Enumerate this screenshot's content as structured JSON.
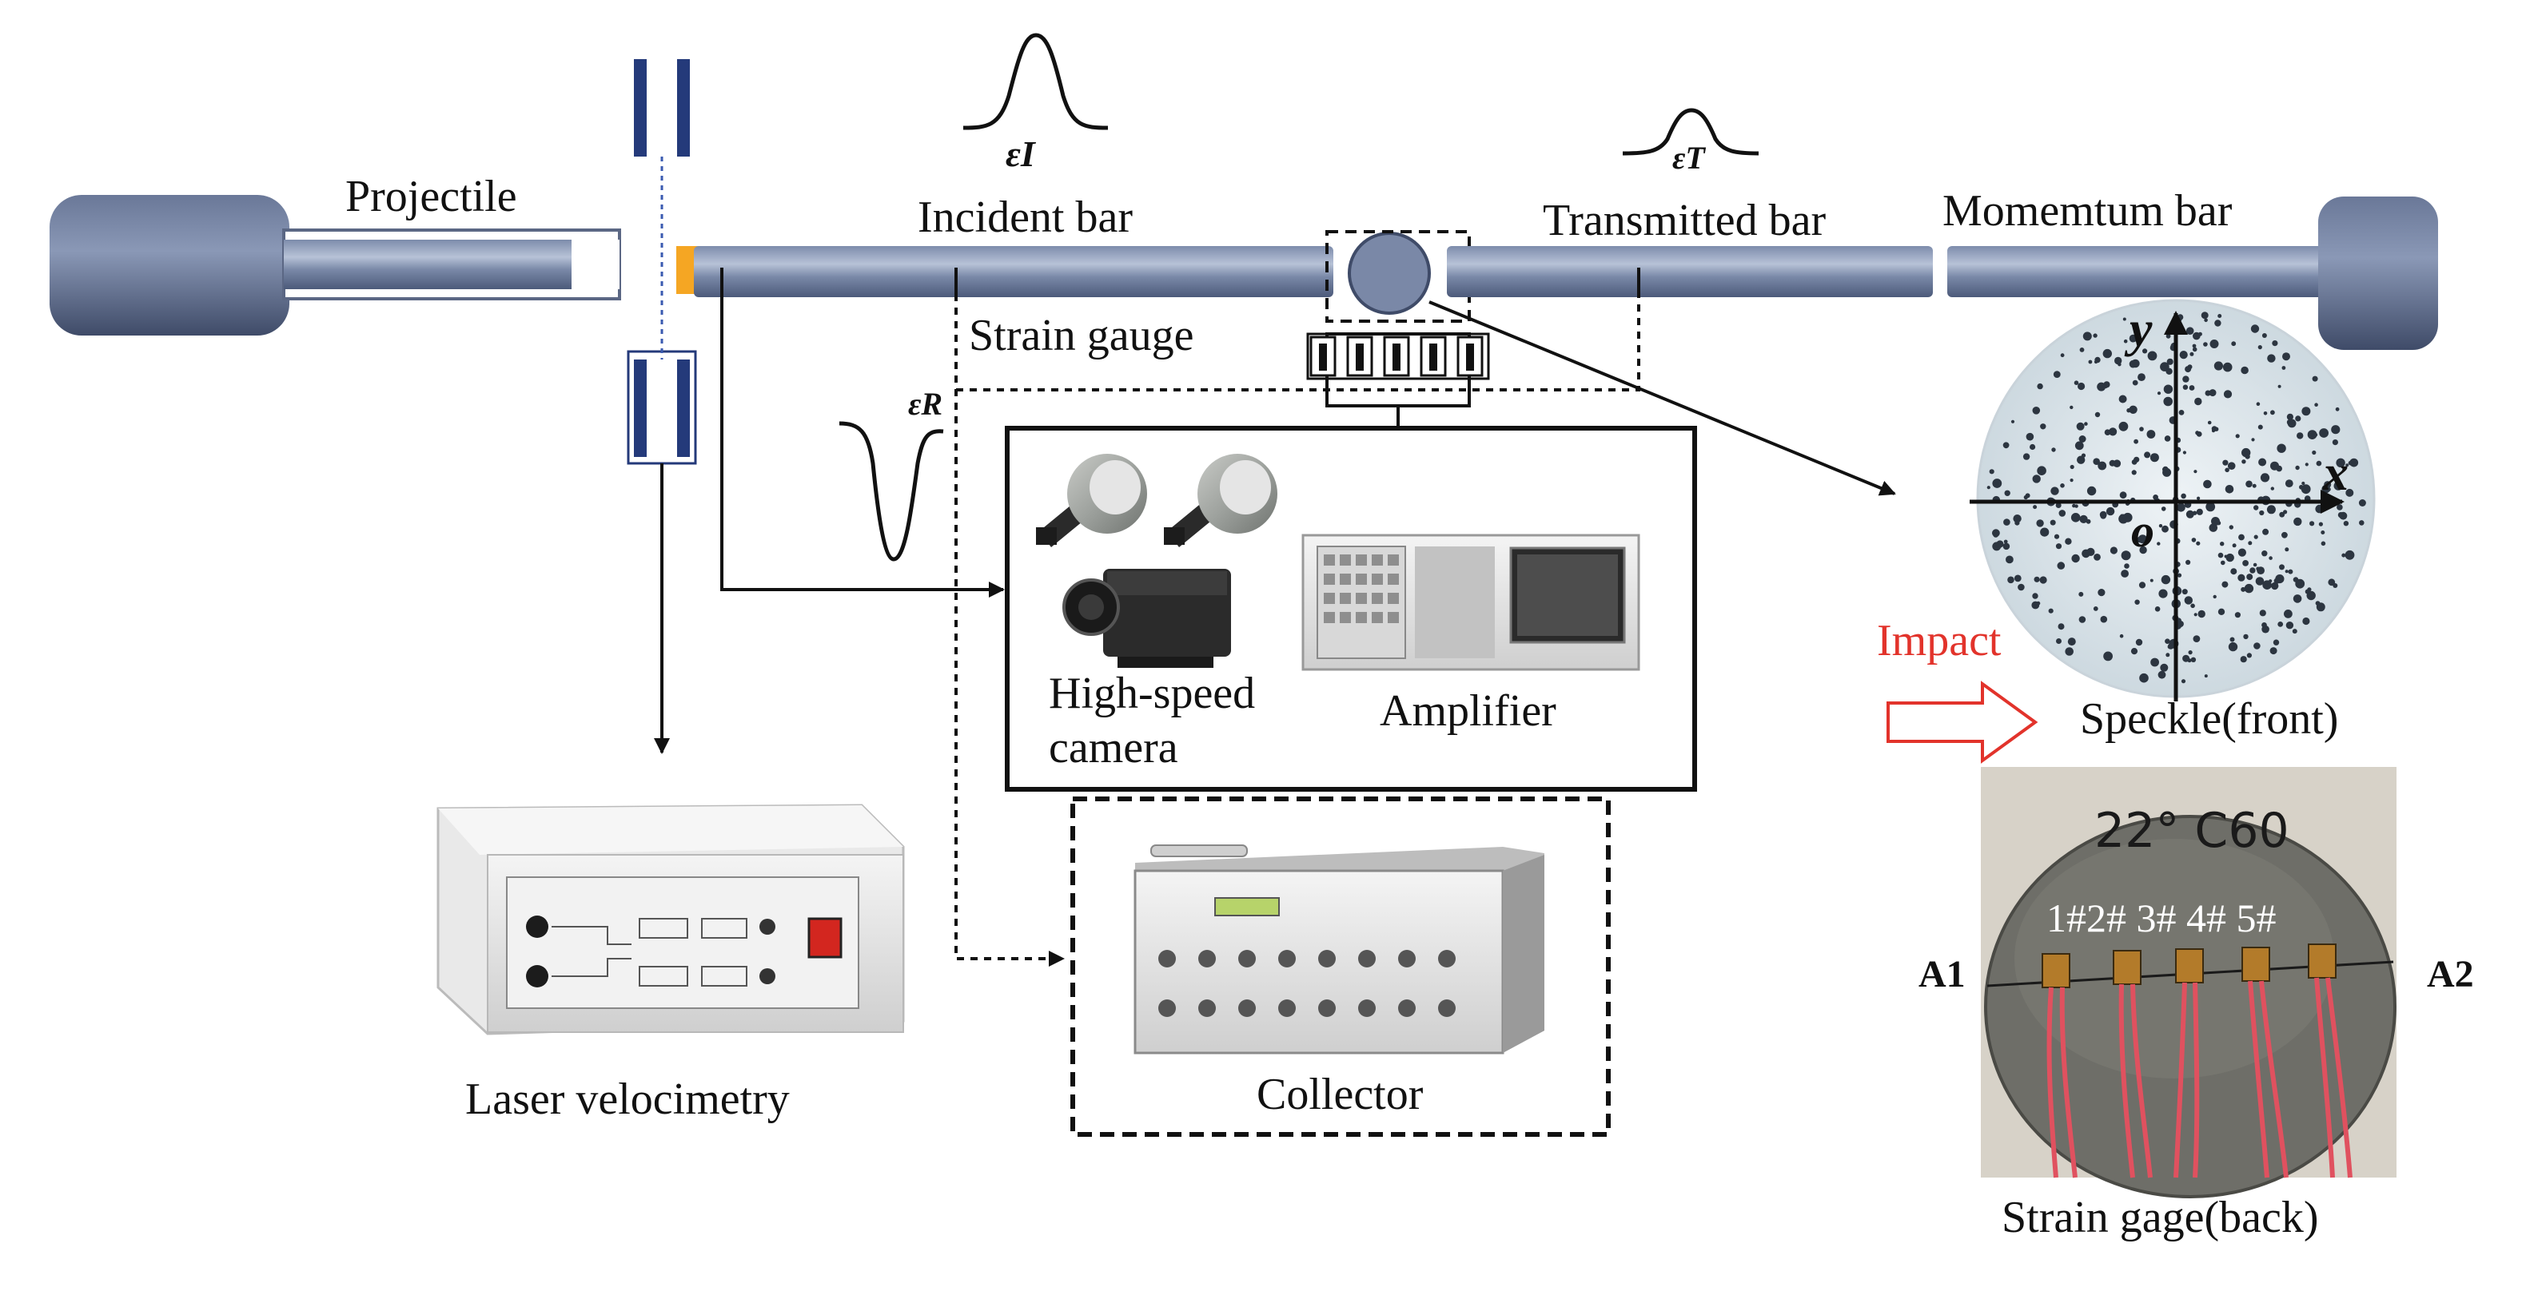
{
  "labels": {
    "projectile": "Projectile",
    "incident_bar": "Incident bar",
    "transmitted_bar": "Transmitted bar",
    "momentum_bar": "Momemtum bar",
    "strain_gauge": "Strain gauge",
    "high_speed_camera_line1": "High-speed",
    "high_speed_camera_line2": "camera",
    "amplifier": "Amplifier",
    "collector": "Collector",
    "laser_velocimetry": "Laser velocimetry",
    "impact": "Impact",
    "speckle_front": "Speckle(front)",
    "strain_gage_back": "Strain gage(back)",
    "a1": "A1",
    "a2": "A2",
    "eps_incident": "εI",
    "eps_reflected": "εR",
    "eps_transmitted": "εT",
    "axis_x": "x",
    "axis_y": "y",
    "axis_o": "o",
    "gage_numbers": "1#2# 3# 4# 5#",
    "specimen_note": "22° C60"
  },
  "colors": {
    "bar": "#5d6f94",
    "bar_highlight": "#b9c3d8",
    "gun_body": "#4e5c7e",
    "accent_orange": "#f5a623",
    "marker_blue": "#243a7a",
    "impact_red": "#e2332b",
    "line": "#111111"
  },
  "icons": {
    "camera_lights": "studio-light-icon",
    "high_speed_camera": "video-camera-icon",
    "amplifier": "amplifier-device-icon",
    "collector": "data-collector-icon",
    "laser_velocimetry": "velocimeter-device-icon",
    "speckle_specimen": "speckle-disc",
    "strain_gage_specimen": "strain-gage-disc"
  }
}
